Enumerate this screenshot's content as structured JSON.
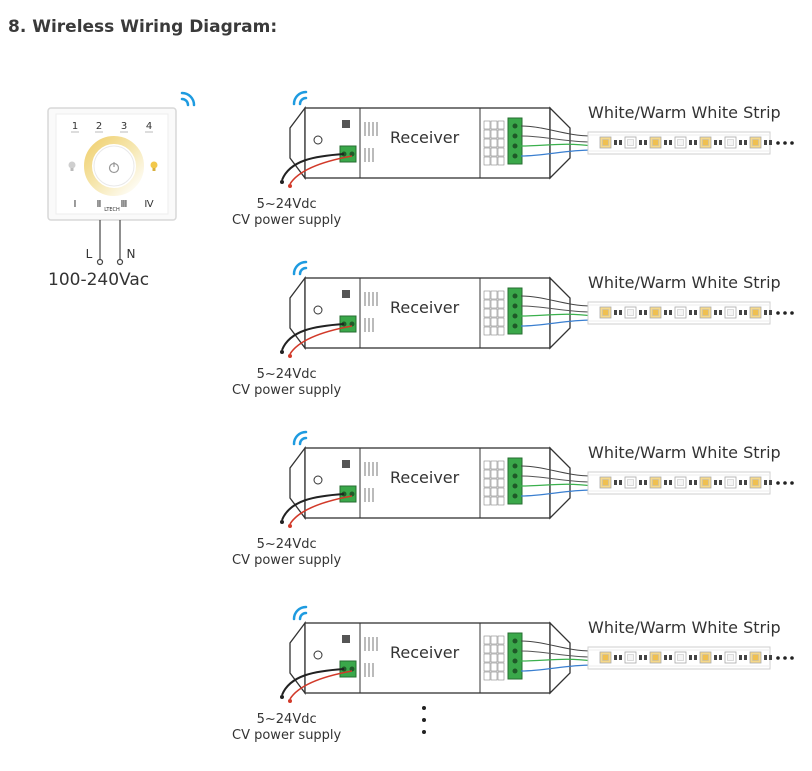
{
  "page": {
    "title": "8. Wireless Wiring Diagram:"
  },
  "panel": {
    "zones_top": [
      "1",
      "2",
      "3",
      "4"
    ],
    "zones_bottom": [
      "Ⅰ",
      "Ⅱ",
      "Ⅲ",
      "Ⅳ"
    ],
    "brand": "LTECH",
    "live_label": "L",
    "neutral_label": "N",
    "voltage": "100-240Vac"
  },
  "receivers": [
    {
      "label": "Receiver",
      "strip": "White/Warm White Strip",
      "supply_voltage": "5~24Vdc",
      "supply_type": "CV power supply"
    },
    {
      "label": "Receiver",
      "strip": "White/Warm White Strip",
      "supply_voltage": "5~24Vdc",
      "supply_type": "CV power supply"
    },
    {
      "label": "Receiver",
      "strip": "White/Warm White Strip",
      "supply_voltage": "5~24Vdc",
      "supply_type": "CV power supply"
    },
    {
      "label": "Receiver",
      "strip": "White/Warm White Strip",
      "supply_voltage": "5~24Vdc",
      "supply_type": "CV power supply"
    }
  ],
  "colors": {
    "wireless": "#1e9be0",
    "terminal_green": "#3aa84a",
    "wire_red": "#d23a2a",
    "wire_green": "#3bb04d",
    "wire_blue": "#3a7fd0",
    "warm_led": "#f6d98a"
  }
}
